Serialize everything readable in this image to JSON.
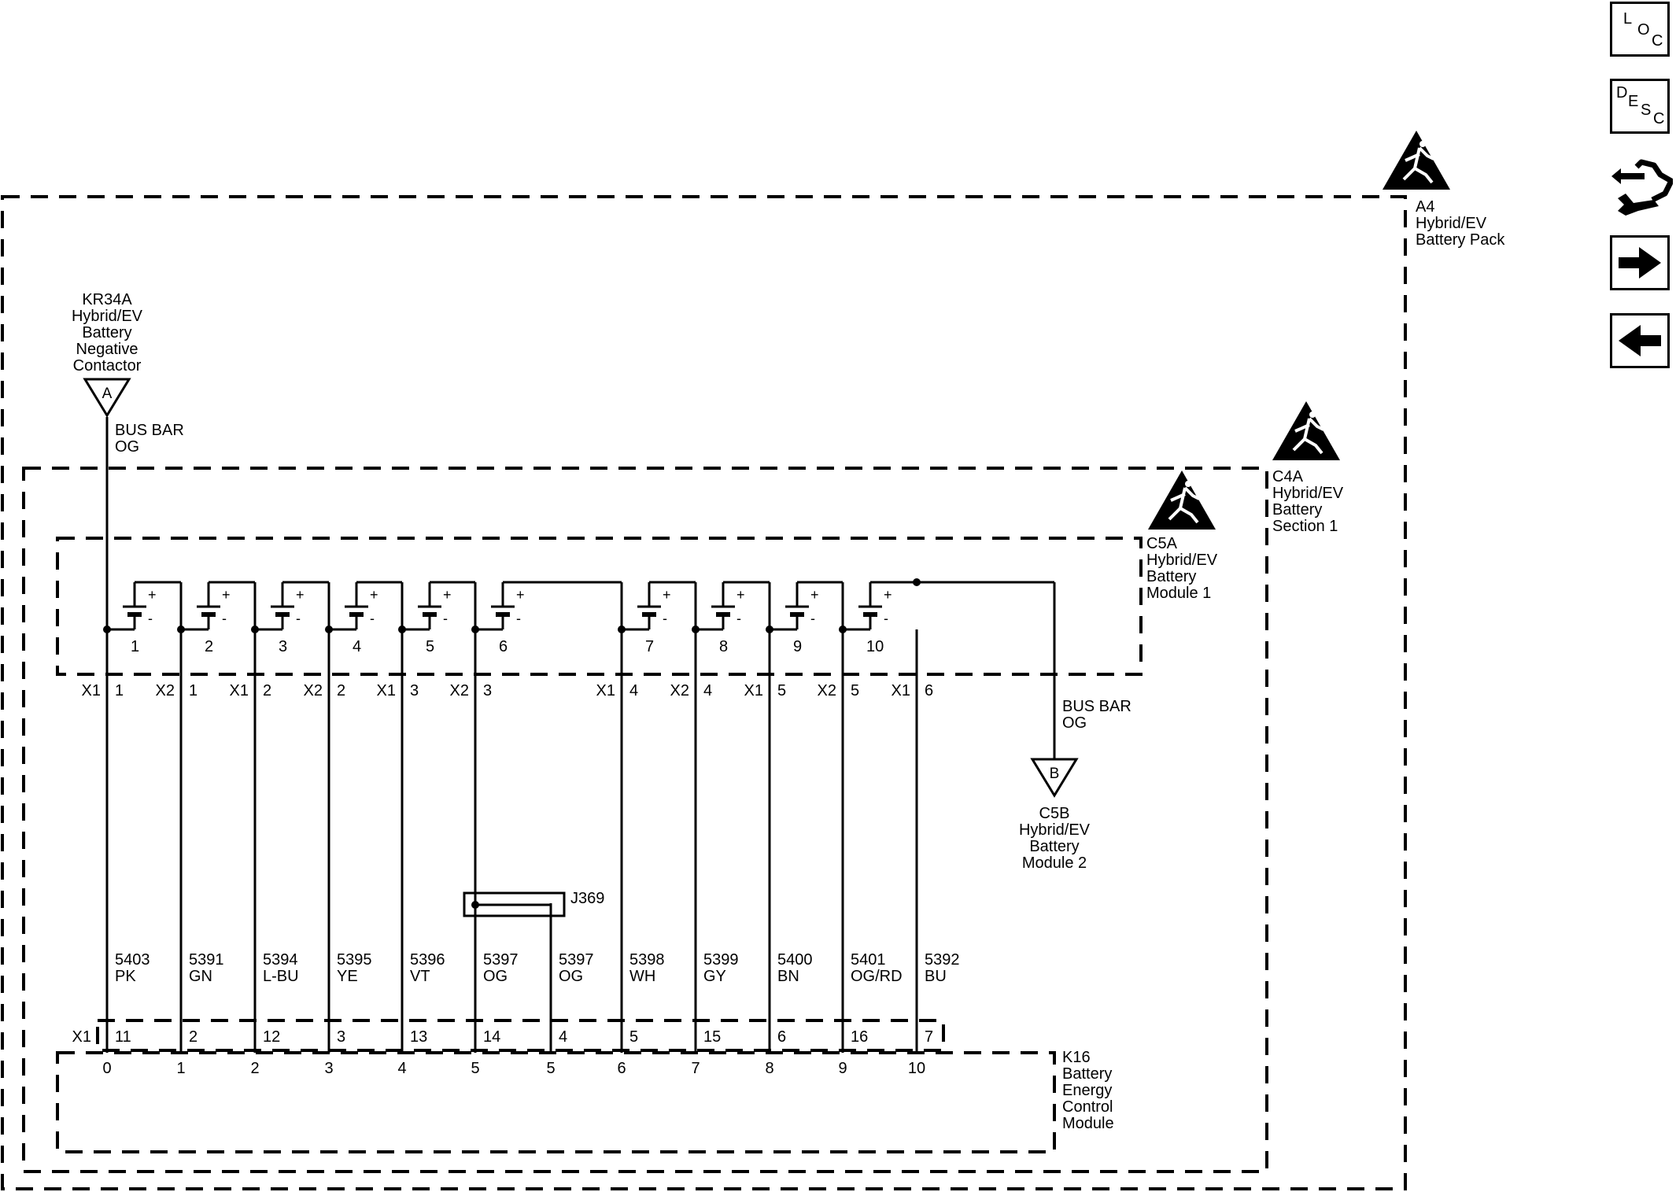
{
  "toolbar": {
    "loc": {
      "l1": "L",
      "l2": "O",
      "l3": "C"
    },
    "desc": {
      "l1": "D",
      "l2": "E",
      "l3": "S",
      "l4": "C"
    }
  },
  "components": {
    "a4": {
      "id": "A4",
      "l1": "Hybrid/EV",
      "l2": "Battery Pack"
    },
    "c4a": {
      "id": "C4A",
      "l1": "Hybrid/EV",
      "l2": "Battery",
      "l3": "Section 1"
    },
    "c5a": {
      "id": "C5A",
      "l1": "Hybrid/EV",
      "l2": "Battery",
      "l3": "Module 1"
    },
    "kr34a": {
      "id": "KR34A",
      "l1": "Hybrid/EV",
      "l2": "Battery",
      "l3": "Negative",
      "l4": "Contactor"
    },
    "c5b": {
      "id": "C5B",
      "l1": "Hybrid/EV",
      "l2": "Battery",
      "l3": "Module 2"
    },
    "k16": {
      "id": "K16",
      "l1": "Battery",
      "l2": "Energy",
      "l3": "Control",
      "l4": "Module"
    }
  },
  "terminals": {
    "a": "A",
    "b": "B"
  },
  "busbar_a": {
    "l1": "BUS BAR",
    "l2": "OG"
  },
  "busbar_b": {
    "l1": "BUS BAR",
    "l2": "OG"
  },
  "splice": "J369",
  "cells": [
    "1",
    "2",
    "3",
    "4",
    "5",
    "6",
    "7",
    "8",
    "9",
    "10"
  ],
  "polarity": {
    "plus": "+",
    "minus": "-"
  },
  "pins": [
    {
      "conn": "X1",
      "pin": "1"
    },
    {
      "conn": "X2",
      "pin": "1"
    },
    {
      "conn": "X1",
      "pin": "2"
    },
    {
      "conn": "X2",
      "pin": "2"
    },
    {
      "conn": "X1",
      "pin": "3"
    },
    {
      "conn": "X2",
      "pin": "3"
    },
    {
      "conn": "X1",
      "pin": "4"
    },
    {
      "conn": "X2",
      "pin": "4"
    },
    {
      "conn": "X1",
      "pin": "5"
    },
    {
      "conn": "X2",
      "pin": "5"
    },
    {
      "conn": "X1",
      "pin": "6"
    }
  ],
  "wires": [
    {
      "circuit": "5403",
      "color": "PK"
    },
    {
      "circuit": "5391",
      "color": "GN"
    },
    {
      "circuit": "5394",
      "color": "L-BU"
    },
    {
      "circuit": "5395",
      "color": "YE"
    },
    {
      "circuit": "5396",
      "color": "VT"
    },
    {
      "circuit": "5397",
      "color": "OG"
    },
    {
      "circuit": "5397",
      "color": "OG"
    },
    {
      "circuit": "5398",
      "color": "WH"
    },
    {
      "circuit": "5399",
      "color": "GY"
    },
    {
      "circuit": "5400",
      "color": "BN"
    },
    {
      "circuit": "5401",
      "color": "OG/RD"
    },
    {
      "circuit": "5392",
      "color": "BU"
    }
  ],
  "k16_connector": "X1",
  "k16_pins": [
    "11",
    "2",
    "12",
    "3",
    "13",
    "14",
    "4",
    "5",
    "15",
    "6",
    "16",
    "7"
  ],
  "k16_inputs": [
    "0",
    "1",
    "2",
    "3",
    "4",
    "5",
    "5",
    "6",
    "7",
    "8",
    "9",
    "10"
  ]
}
